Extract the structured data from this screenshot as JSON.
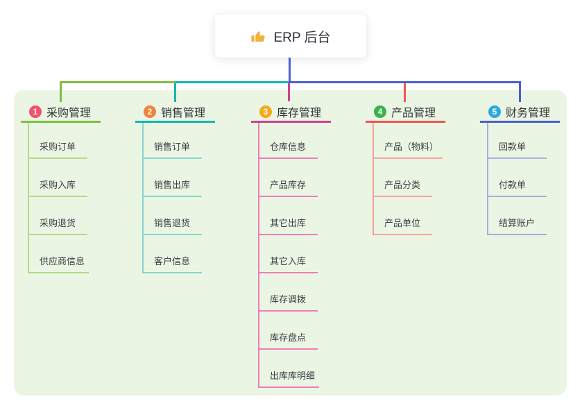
{
  "canvas": {
    "background": "#ffffff",
    "panel_color": "#eaf6e3"
  },
  "root": {
    "label": "ERP 后台",
    "icon": "thumbs-up-icon",
    "icon_color": "#f2b040",
    "line_color": "#4a5ed4"
  },
  "branches": [
    {
      "index": "1",
      "label": "采购管理",
      "badge_color": "#f4516c",
      "color": "#7dbf3f",
      "child_color": "#b3d98a",
      "children": [
        "采购订单",
        "采购入库",
        "采购退货",
        "供应商信息"
      ]
    },
    {
      "index": "2",
      "label": "销售管理",
      "badge_color": "#f2813c",
      "color": "#12b7ae",
      "child_color": "#84d6ce",
      "children": [
        "销售订单",
        "销售出库",
        "销售退货",
        "客户信息"
      ]
    },
    {
      "index": "3",
      "label": "库存管理",
      "badge_color": "#f8a81c",
      "color": "#d0418f",
      "child_color": "#ef7cb8",
      "children": [
        "仓库信息",
        "产品库存",
        "其它出库",
        "其它入库",
        "库存调拨",
        "库存盘点",
        "出库库明细"
      ]
    },
    {
      "index": "4",
      "label": "产品管理",
      "badge_color": "#38b24a",
      "color": "#f2544f",
      "child_color": "#f9a29d",
      "children": [
        "产品（物料）",
        "产品分类",
        "产品单位"
      ]
    },
    {
      "index": "5",
      "label": "财务管理",
      "badge_color": "#29aae1",
      "color": "#4a5ed4",
      "child_color": "#a3b0de",
      "children": [
        "回款单",
        "付款单",
        "结算账户"
      ]
    }
  ]
}
